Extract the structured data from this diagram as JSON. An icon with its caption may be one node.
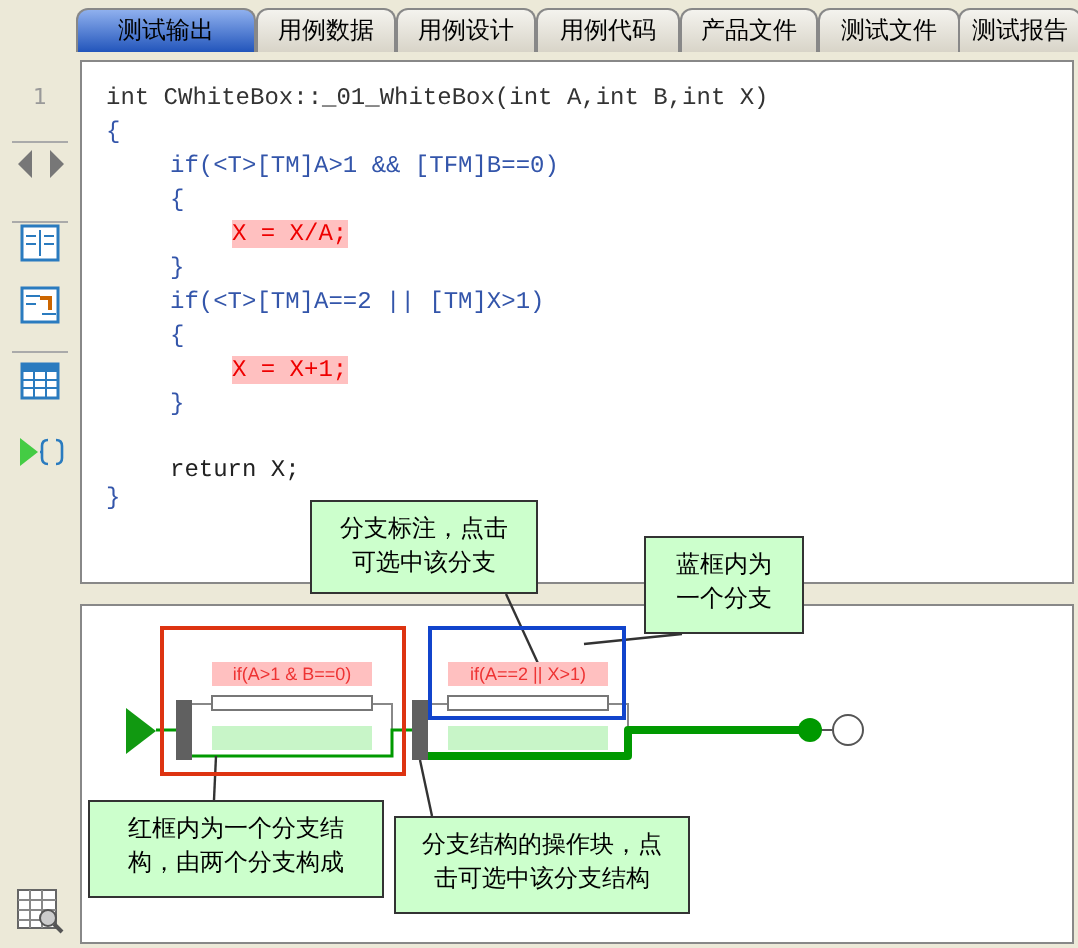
{
  "diagram": {
    "nodes": [
      {
        "text": [],
        "shape": "box"
      },
      {
        "text": [],
        "shape": "box"
      },
      {
        "text": [
          "if(A>1 & B==0)"
        ],
        "in": 0
      },
      {
        "text": [
          "if(A==2 || X>1)"
        ],
        "in": 1
      },
      {
        "text": [],
        "shape": "triangle"
      },
      {
        "text": [],
        "shape": "bar",
        "in": 0
      },
      {
        "text": [],
        "shape": "bar"
      },
      {
        "text": [],
        "shape": "circle"
      },
      {
        "text": [
          "分支标注，点击可选中该分支"
        ]
      },
      {
        "text": [
          "蓝框内为一个分支"
        ]
      },
      {
        "text": [
          "红框内为一个分支结构，由两个分支构成"
        ]
      },
      {
        "text": [
          "分支结构的操作块，点击可选中该分支结构"
        ]
      }
    ],
    "edges": [
      {
        "from": 4,
        "to": 5,
        "arrow": "none",
        "color": "#009900"
      },
      {
        "from": 5,
        "to": 6,
        "arrow": "none",
        "color": "#009900"
      },
      {
        "from": 6,
        "to": 7,
        "arrow": "other",
        "style": "thick",
        "color": "#009900"
      },
      {
        "from": 8,
        "to": 3,
        "arrow": "none"
      },
      {
        "from": 9,
        "to": 1,
        "arrow": "none"
      },
      {
        "from": 10,
        "to": 0,
        "arrow": "none"
      },
      {
        "from": 11,
        "to": 6,
        "arrow": "none"
      }
    ],
    "labels": [
      "测试输出",
      "用例数据",
      "用例设计",
      "用例代码",
      "产品文件",
      "测试文件",
      "测试报告",
      "1",
      "int CWhiteBox::_01_WhiteBox(int A,int B,int X)",
      "{",
      "if(<T>[TM]A>1 && [TFM]B==0)",
      "{",
      "X = X/A;",
      "}",
      "if(<T>[TM]A==2 || [TM]X>1)",
      "{",
      "X = X+1;",
      "}",
      "return X;",
      "}"
    ]
  }
}
